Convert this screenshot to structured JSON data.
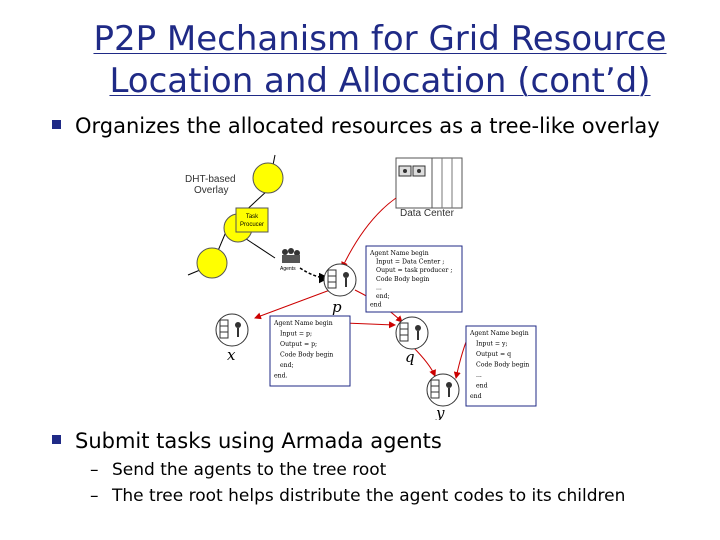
{
  "slide": {
    "title_line1": "P2P Mechanism for Grid Resource",
    "title_line2": "Location and Allocation (cont’d)",
    "bullet1": "Organizes the allocated resources as a tree-like overlay",
    "bullet2": "Submit tasks using Armada agents",
    "sub1": "Send the agents to the tree root",
    "sub2": "The tree root helps distribute the agent codes to its children",
    "dash": "–"
  },
  "diagram": {
    "overlay_label_1": "DHT-based",
    "overlay_label_2": "Overlay",
    "task_label_1": "Task",
    "task_label_2": "Procucer",
    "agents_label": "Agents",
    "datacenter_label": "Data Center",
    "node_labels": {
      "p": "p",
      "x": "x",
      "q": "q",
      "y": "y"
    },
    "code_p": [
      "Agent Name begin",
      "Input = Data Center ;",
      "Ouput = task producer ;",
      "Code Body begin",
      "...",
      "end;",
      "end"
    ],
    "code_x": [
      "Agent Name begin",
      "Input = p;",
      "Output = p;",
      "Code Body begin",
      "end;",
      "end."
    ],
    "code_y": [
      "Agent Name begin",
      "Input = y;",
      "Output = q",
      "Code Body begin",
      "...",
      "end",
      "end"
    ],
    "colors": {
      "yellow": "#ffff00",
      "arrow": "#cc0000",
      "box": "#1f2a86",
      "title": "#1f2a86"
    }
  }
}
